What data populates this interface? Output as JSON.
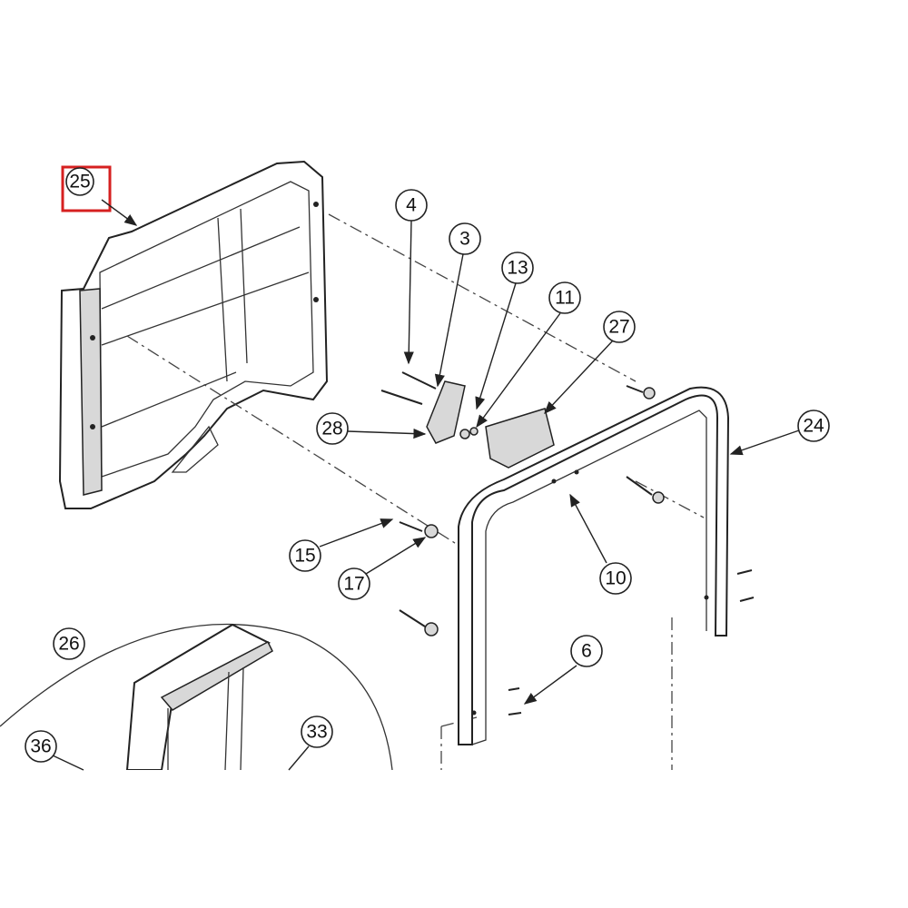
{
  "diagram": {
    "highlight_color": "#d62020",
    "highlighted_callout": "25",
    "callouts": {
      "c25": "25",
      "c4": "4",
      "c3": "3",
      "c13": "13",
      "c11": "11",
      "c27": "27",
      "c28": "28",
      "c24": "24",
      "c15": "15",
      "c17": "17",
      "c10": "10",
      "c6": "6",
      "c26": "26",
      "c36": "36",
      "c33": "33"
    }
  }
}
